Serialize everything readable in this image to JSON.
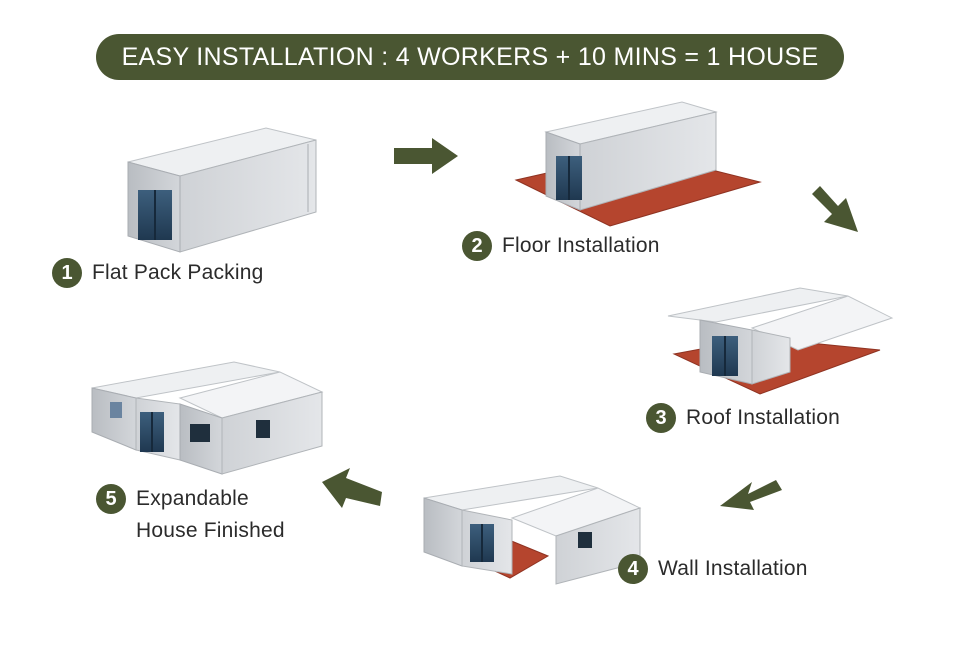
{
  "theme": {
    "accent": "#4a5632",
    "floor": "#b5452e",
    "wall": "#d9dbde",
    "roof": "#eef0f2",
    "door": "#2e4a63"
  },
  "title": "EASY INSTALLATION : 4 WORKERS + 10 MINS = 1 HOUSE",
  "steps": [
    {
      "num": "1",
      "label": "Flat Pack Packing"
    },
    {
      "num": "2",
      "label": "Floor Installation"
    },
    {
      "num": "3",
      "label": "Roof Installation"
    },
    {
      "num": "4",
      "label": "Wall Installation"
    },
    {
      "num": "5",
      "label": "Expandable\nHouse Finished"
    }
  ]
}
